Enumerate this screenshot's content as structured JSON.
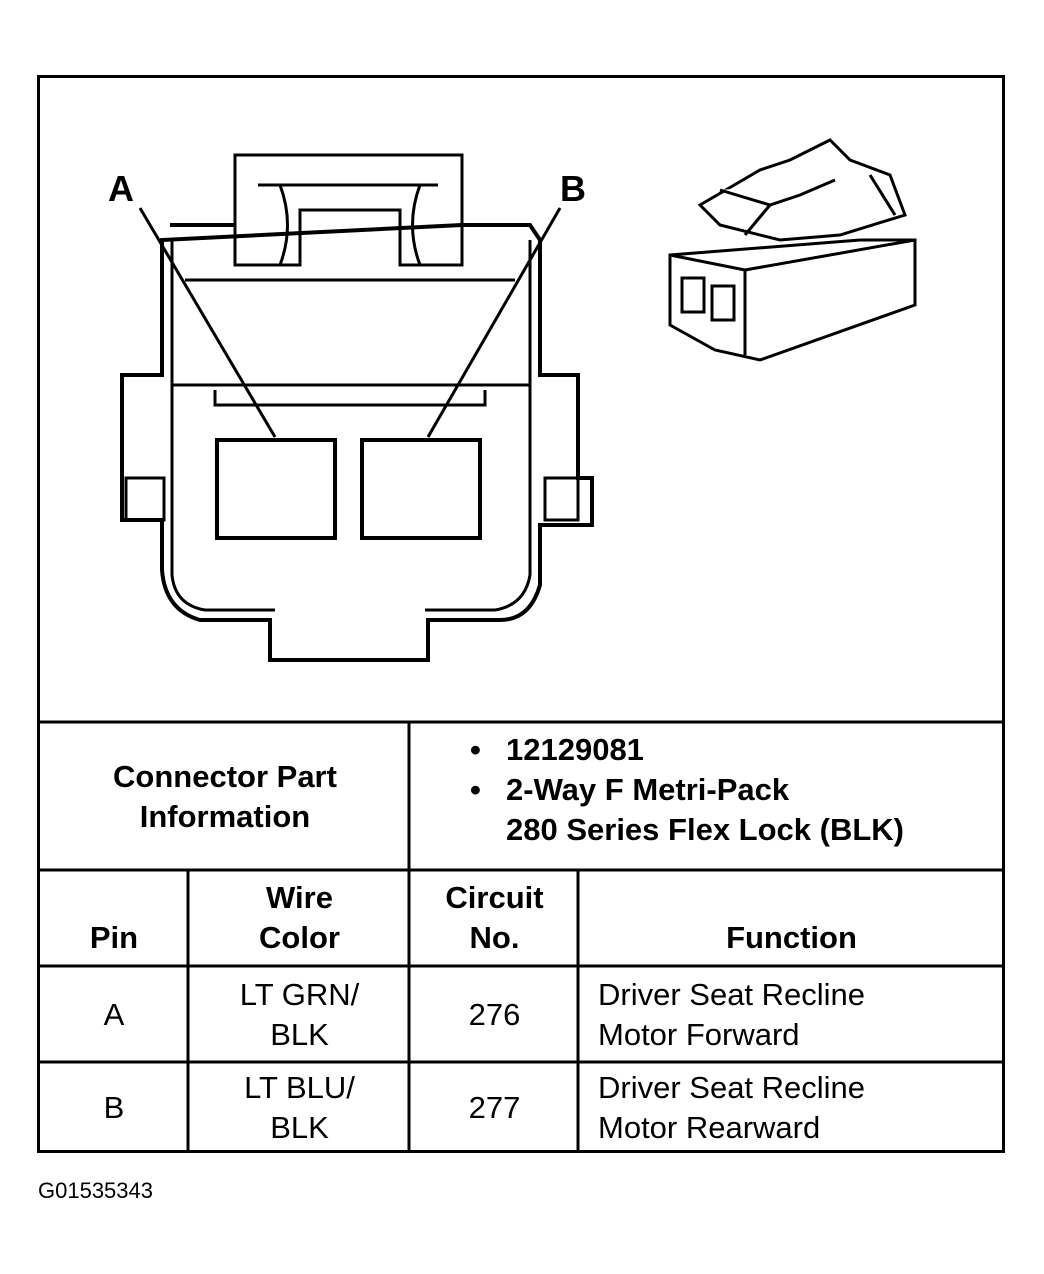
{
  "diagram": {
    "pin_labels": [
      "A",
      "B"
    ]
  },
  "connector_info": {
    "label_line1": "Connector Part",
    "label_line2": "Information",
    "bullets": [
      "12129081",
      "2-Way F Metri-Pack",
      "280 Series Flex Lock (BLK)"
    ]
  },
  "table": {
    "headers": {
      "pin": "Pin",
      "wire_color_1": "Wire",
      "wire_color_2": "Color",
      "circuit_1": "Circuit",
      "circuit_2": "No.",
      "function": "Function"
    },
    "rows": [
      {
        "pin": "A",
        "wire1": "LT GRN/",
        "wire2": "BLK",
        "circuit": "276",
        "func1": "Driver Seat Recline",
        "func2": "Motor Forward"
      },
      {
        "pin": "B",
        "wire1": "LT BLU/",
        "wire2": "BLK",
        "circuit": "277",
        "func1": "Driver Seat Recline",
        "func2": "Motor Rearward"
      }
    ]
  },
  "figure_id": "G01535343"
}
